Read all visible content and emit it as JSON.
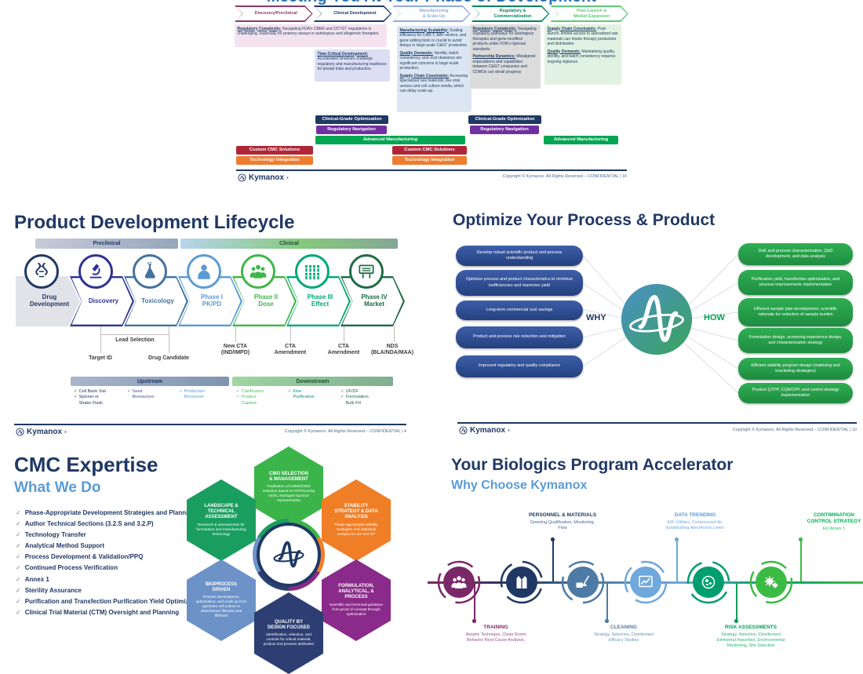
{
  "brand": {
    "logo_text": "Kymanox",
    "logo_mark": "®",
    "navy": "#1F3864",
    "accent_blue": "#5B9BD5",
    "green": "#00A651"
  },
  "slide_phases": {
    "title": "Meeting You At Your Phase of Development",
    "chevrons": [
      {
        "label": "Discovery/Preclinical",
        "color": "#8E3A66"
      },
      {
        "label": "Clinical Development",
        "color": "#1F3864"
      },
      {
        "label": "Manufacturing\n& Scale-Up",
        "color": "#8FAADC"
      },
      {
        "label": "Regulatory &\nCommercialization",
        "color": "#00845E"
      },
      {
        "label": "Post-Launch &\nMarket Expansion",
        "color": "#5FC878"
      }
    ],
    "blocks": {
      "discovery": {
        "items": [
          {
            "heading": "Regulatory Complexity:",
            "body": "Navigating FDA's CBER and OCTGT regulations is challenging, especially for potency assays in autologous and allogeneic therapies."
          }
        ]
      },
      "clinical": {
        "items": [
          {
            "heading": "Time-Critical Development:",
            "body": "Accelerated timelines challenge regulatory and manufacturing readiness for pivotal trials and production."
          }
        ]
      },
      "manufacturing": {
        "items": [
          {
            "heading": "Manufacturing Scalability:",
            "body": "Scaling efficiency for CAR-T, AAV vectors, and gene editing tools is crucial to avoid delays in large-scale C&GT production."
          },
          {
            "heading": "Quality Demands:",
            "body": "Sterility, batch consistency, and viral clearance are significant concerns in large-scale production."
          },
          {
            "heading": "Supply Chain Constraints:",
            "body": "Accessing specialized raw materials, like viral vectors and cell culture media, which can delay scale-up."
          }
        ]
      },
      "regulatory": {
        "items": [
          {
            "heading": "Regulatory Complexity:",
            "body": "Navigating regulatory pathways for autologous therapies and gene-modified products under FDA's rigorous standards."
          },
          {
            "heading": "Partnership Dynamics:",
            "body": "Misaligned expectations and capabilities between C&GT companies and CDMOs can derail progress"
          }
        ]
      },
      "post_launch": {
        "items": [
          {
            "heading": "Supply Chain Constraints:",
            "body": "Post-launch, limited access to specialized raw materials can hinder therapy production and distribution."
          },
          {
            "heading": "Quality Demands:",
            "body": "Maintaining quality, sterility, and batch consistency requires ongoing vigilance."
          }
        ]
      }
    },
    "bars": {
      "clinical_grade": "Clinical-Grade Optimization",
      "regulatory_navigation": "Regulatory Navigation",
      "advanced_manufacturing": "Advanced Manufacturing",
      "custom_cmc": "Custom CMC Solutions",
      "technology_integration": "Technology Integration"
    },
    "footer": {
      "copyright": "Copyright © Kymanox. All Rights Reserved – CONFIDENTIAL | 16"
    }
  },
  "slide_lifecycle": {
    "title": "Product Development Lifecycle",
    "phase_bar": {
      "preclinical": "Preclinical",
      "clinical": "Clinical"
    },
    "stages": [
      {
        "label": "Drug\nDevelopment",
        "icon": "dna-icon"
      },
      {
        "label": "Discovery",
        "icon": "microscope-icon"
      },
      {
        "label": "Toxicology",
        "icon": "flask-icon"
      },
      {
        "label": "Phase I\nPK/PD",
        "icon": "patient-icon"
      },
      {
        "label": "Phase II\nDose",
        "icon": "patient-group-icon"
      },
      {
        "label": "Phase III\nEffect",
        "icon": "patient-crowd-icon"
      },
      {
        "label": "Phase IV\nMarket",
        "icon": "billboard-icon"
      }
    ],
    "milestones": {
      "lead_selection": "Lead Selection",
      "labels": [
        "Target ID",
        "Drug Candidate",
        "New CTA\n(IND/IMPD)",
        "CTA\nAmendment",
        "CTA\nAmendment",
        "NDS\n(BLA/NDA/MAA)"
      ]
    },
    "upstream": {
      "header": "Upstream",
      "items": [
        "Cell Bank Vial",
        "Spinner or\nShake Flask",
        "Seed\nBioreactors",
        "Production\nBioreactor"
      ]
    },
    "downstream": {
      "header": "Downstream",
      "items": [
        "Clarification",
        "Product\nCapture",
        "Fine\nPurification",
        "UF/DF",
        "Formulation\nBulk Fill"
      ]
    },
    "footer": {
      "copyright": "Copyright © Kymanox. All Rights Reserved – CONFIDENTIAL | 4"
    }
  },
  "slide_optimize": {
    "title": "Optimize Your Process & Product",
    "why_label": "WHY",
    "how_label": "HOW",
    "why_items": [
      "Develop robust scientific product and process understanding",
      "Optimize process and product characteristics to minimize inefficiencies and maximize yield",
      "Long-term commercial cost savings",
      "Product and process risk reduction and mitigation",
      "Improved regulatory and quality compliance"
    ],
    "how_items": [
      "DoE and process characterization, QbD development, and data analysis",
      "Purification yield, transfection optimization, and process improvements implementation",
      "Efficient sample plan development, scientific rationale for reduction of sample burden",
      "Formulation design, screening experience design, and characterization strategy",
      "Efficient stability program design (matrixing and bracketing strategies)",
      "Product QTPP, CQA/CPP, and control strategy implementation"
    ],
    "footer": {
      "copyright": "Copyright © Kymanox. All Rights Reserved – CONFIDENTIAL | 10"
    }
  },
  "slide_cmc": {
    "title": "CMC Expertise",
    "subtitle": "What We Do",
    "checklist": [
      "Phase-Appropriate Development Strategies and Planning",
      "Author Technical Sections (3.2.S and 3.2.P)",
      "Technology Transfer",
      "Analytical Method Support",
      "Process Development & Validation/PPQ",
      "Continued Process Verification",
      "Annex 1",
      "Sterility Assurance",
      "Purification and Transfection Purification Yield Optimization",
      "Clinical Trial Material (CTM) Oversight and Planning"
    ],
    "hexagons": {
      "cmo": {
        "title": "CMO SELECTION\n& MANAGEMENT",
        "body": "Facilitation of CDMO/CMO selection based on RFP/scoring rubric; Managed sponsor representation",
        "color": "#3BB54A"
      },
      "stability": {
        "title": "STABILITY\nSTRATEGY & DATA\nANALYSIS",
        "body": "Phase appropriate stability strategies and statistical analysis for DS and DP",
        "color": "#F07E26"
      },
      "formulation": {
        "title": "FORMULATION,\nANALYTICAL, &\nPROCESS",
        "body": "Scientific and technical guidance from proof of concept through optimization",
        "color": "#8A2A8A"
      },
      "qbd": {
        "title": "QUALITY BY\nDESIGN FOCUSED",
        "body": "Identification, selection, and controls for critical material, product and process attributes/",
        "color": "#2C3E72"
      },
      "bioprocess": {
        "title": "BIOPROCESS\nDRIVEN",
        "body": "Process development, optimization, and scale up from upstream cell culture to downstream filtration and fill/finish",
        "color": "#6C92C8"
      },
      "landscape": {
        "title": "LANDSCAPE &\nTECHNICAL\nASSESSMENT",
        "body": "Research & assessments for formulation and manufacturing technology",
        "color": "#1A9E60"
      }
    }
  },
  "slide_biologics": {
    "title": "Your Biologics Program Accelerator",
    "subtitle": "Why Choose Kymanox",
    "top_items": {
      "personnel": {
        "title": "PERSONNEL & MATERIALS",
        "body": "Gowning Qualification, Monitoring,\nFlow",
        "color": "#1F3864"
      },
      "data_trending": {
        "title": "DATA TRENDING",
        "body": "EM, Utilities, Compressed Air,\nEstablishing Alert/Action Limits",
        "color": "#5B9BD5"
      },
      "contamination": {
        "title": "CONTIMINATION\nCONTROL STRATEGY",
        "body": "EU Annex 1",
        "color": "#00B050"
      }
    },
    "bottom_items": {
      "training": {
        "title": "TRAINING",
        "body": "Aseptic Technique, Clean Room\nBehavior Root Cause Analysis,",
        "color": "#7B2869"
      },
      "cleaning": {
        "title": "CLEANING",
        "body": "Strategy, Selection, Disinfectant\nEfficacy Studies",
        "color": "#4E7BA6"
      },
      "risk": {
        "title": "RISK ASSESSMENTS",
        "body": "Strategy, Selection, Disinfectant\nElemental Impurities, Environmental\nMonitoring, Site Selection",
        "color": "#00A05A"
      }
    },
    "timeline_icons": [
      "team-icon",
      "lab-coat-icon",
      "cleaning-icon",
      "trend-chart-icon",
      "microbe-icon",
      "virus-icon"
    ]
  }
}
